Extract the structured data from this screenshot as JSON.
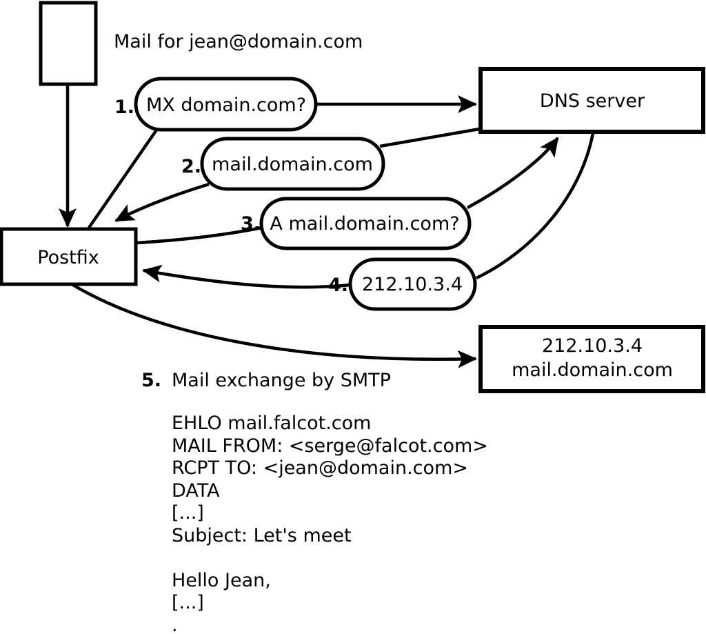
{
  "diagram": {
    "title_note": "Mail for jean@domain.com",
    "nodes": {
      "sender_icon": "envelope",
      "postfix": "Postfix",
      "dns_server": "DNS server",
      "mail_host_line1": "212.10.3.4",
      "mail_host_line2": "mail.domain.com"
    },
    "steps": [
      {
        "num": "1.",
        "label": "MX domain.com?"
      },
      {
        "num": "2.",
        "label": "mail.domain.com"
      },
      {
        "num": "3.",
        "label": "A mail.domain.com?"
      },
      {
        "num": "4.",
        "label": "212.10.3.4"
      },
      {
        "num": "5.",
        "label": "Mail exchange by SMTP"
      }
    ],
    "smtp_session": {
      "lines": [
        "EHLO mail.falcot.com",
        "MAIL FROM: <serge@falcot.com>",
        "RCPT TO: <jean@domain.com>",
        "DATA",
        "[...]",
        "Subject: Let's meet",
        "",
        "Hello Jean,",
        "[...]",
        "."
      ]
    },
    "colors": {
      "stroke": "#000000",
      "fill": "#ffffff"
    }
  }
}
